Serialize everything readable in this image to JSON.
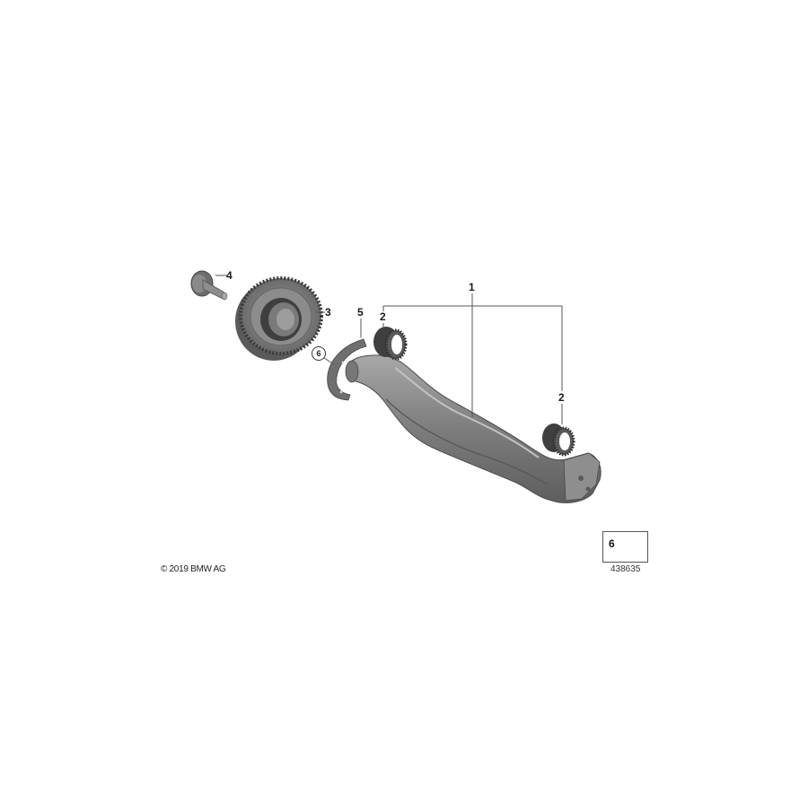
{
  "diagram": {
    "type": "exploded-parts-diagram",
    "callouts": [
      {
        "id": "1",
        "label": "1",
        "part": "balance shaft arm"
      },
      {
        "id": "2a",
        "label": "2",
        "part": "needle bearing"
      },
      {
        "id": "2b",
        "label": "2",
        "part": "needle bearing"
      },
      {
        "id": "3",
        "label": "3",
        "part": "gear wheel"
      },
      {
        "id": "4",
        "label": "4",
        "part": "bolt"
      },
      {
        "id": "5",
        "label": "5",
        "part": "retaining plate"
      },
      {
        "id": "6",
        "label": "6",
        "part": "screw",
        "circled": true
      }
    ],
    "legend": {
      "number": "6",
      "icon": "screw-icon"
    },
    "reference_id": "438635",
    "copyright": "© 2019 BMW AG"
  },
  "colors": {
    "background": "#ffffff",
    "part_fill": "#8a8a8a",
    "part_dark": "#4f4f4f",
    "part_light": "#b5b5b5",
    "leader_line": "#555555"
  }
}
